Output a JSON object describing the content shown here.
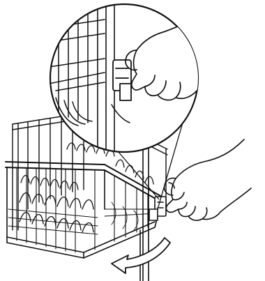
{
  "figure": {
    "description_elements": [
      "magnified-detail",
      "dishwasher-rack",
      "hand",
      "rotation-arrow"
    ],
    "colors": {
      "ink": "#111111",
      "paper": "#ffffff"
    }
  }
}
